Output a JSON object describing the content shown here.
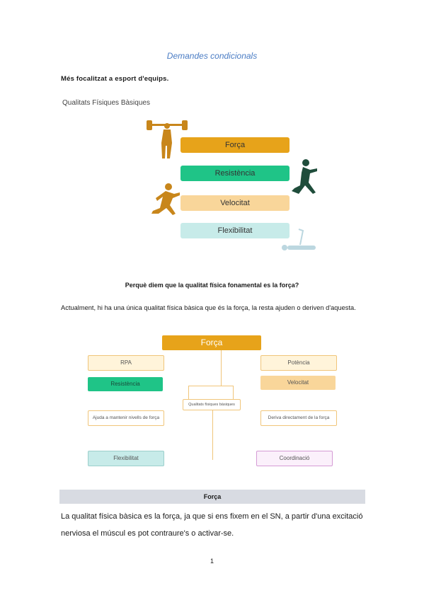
{
  "doc_title": "Demandes condicionals",
  "subtitle": "Més focalitzat a esport d'equips.",
  "figure1": {
    "heading": "Qualitats Físiques Bàsiques",
    "items": [
      {
        "label": "Força",
        "color": "#e7a31a"
      },
      {
        "label": "Resistència",
        "color": "#1fc487"
      },
      {
        "label": "Velocitat",
        "color": "#f9d69a"
      },
      {
        "label": "Flexibilitat",
        "color": "#c7ebe9"
      }
    ]
  },
  "question": "Perquè diem que la qualitat física fonamental es la força?",
  "paragraph": "Actualment, hi ha una única qualitat física bàsica que és la força, la resta ajuden o deriven d'aquesta.",
  "figure2": {
    "top": "Força",
    "left": [
      "RPA",
      "Resistència",
      "Ajuda a mantenir nivells de força",
      "Flexibilitat"
    ],
    "right": [
      "Potència",
      "Velocitat",
      "Deriva directament de la força",
      "Coordinació"
    ],
    "center": "Qualitats físiques bàsiques"
  },
  "section_header": "Força",
  "section_text": "La qualitat física bàsica es la força, ja que si ens fixem en el SN, a partir d'una excitació nerviosa el múscul es pot contraure's o activar-se.",
  "page_number": "1"
}
